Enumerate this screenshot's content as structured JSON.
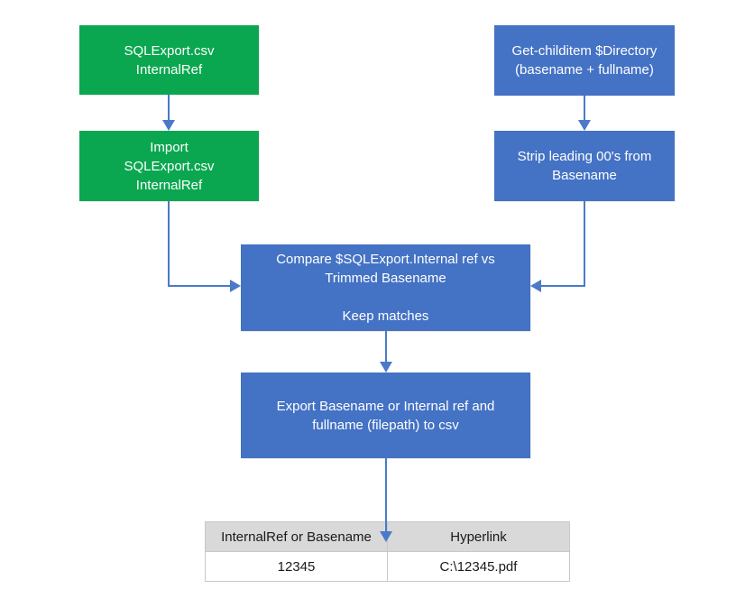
{
  "colors": {
    "green_node": "#0ba750",
    "blue_node": "#4472c4",
    "connector": "#4a7ac9",
    "node_text": "#ffffff",
    "table_header_bg": "#d9d9d9",
    "table_row_bg": "#ffffff",
    "table_border": "#c8c8c8",
    "table_text": "#1a1a1a",
    "canvas_bg": "#ffffff"
  },
  "nodes": {
    "sqlexport_csv": {
      "label": "SQLExport.csv\nInternalRef",
      "color": "green"
    },
    "import_sqlexport": {
      "label": "Import\nSQLExport.csv\nInternalRef",
      "color": "green"
    },
    "get_childitem": {
      "label": "Get-childitem $Directory\n(basename + fullname)",
      "color": "blue"
    },
    "strip_leading_zeros": {
      "label": "Strip leading 00's from\nBasename",
      "color": "blue"
    },
    "compare_keep_matches": {
      "label": "Compare $SQLExport.Internal ref vs\nTrimmed Basename\n\nKeep matches",
      "color": "blue"
    },
    "export_to_csv": {
      "label": "Export Basename or Internal ref and\nfullname (filepath) to csv",
      "color": "blue"
    }
  },
  "connectors": [
    {
      "from": "sqlexport_csv",
      "to": "import_sqlexport",
      "shape": "straight-down"
    },
    {
      "from": "get_childitem",
      "to": "strip_leading_zeros",
      "shape": "straight-down"
    },
    {
      "from": "import_sqlexport",
      "to": "compare_keep_matches",
      "shape": "elbow-down-right"
    },
    {
      "from": "strip_leading_zeros",
      "to": "compare_keep_matches",
      "shape": "elbow-down-left"
    },
    {
      "from": "compare_keep_matches",
      "to": "export_to_csv",
      "shape": "straight-down"
    },
    {
      "from": "export_to_csv",
      "to": "result_table",
      "shape": "straight-down"
    }
  ],
  "table": {
    "headers": [
      "InternalRef or Basename",
      "Hyperlink"
    ],
    "rows": [
      [
        "12345",
        "C:\\12345.pdf"
      ]
    ]
  }
}
